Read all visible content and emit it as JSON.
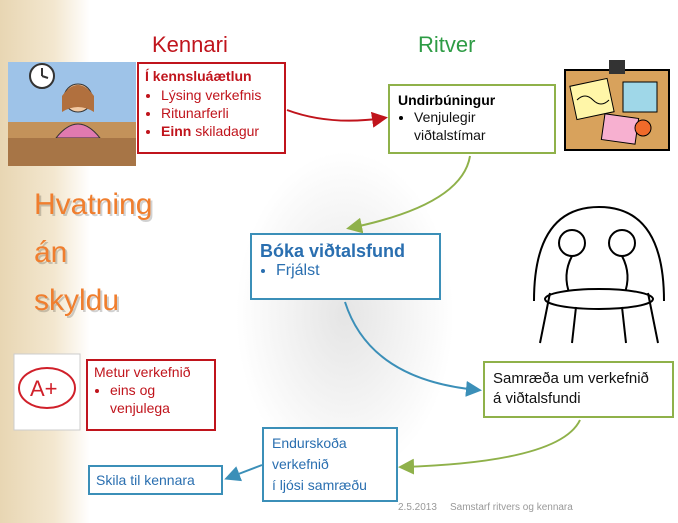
{
  "columns": {
    "teacher": "Kennari",
    "center": "Ritver"
  },
  "teaching_plan": {
    "title": "Í kennsluáætlun",
    "items": [
      "Lýsing verkefnis",
      "Ritunarferli"
    ],
    "last_item_bold": "Einn",
    "last_item_rest": " skiladagur"
  },
  "preparation": {
    "title": "Undirbúningur",
    "item": "Venjulegir viðtalstímar"
  },
  "booking": {
    "title": "Bóka viðtalsfund",
    "item": "Frjálst"
  },
  "discussion": {
    "line1": "Samræða um verkefnið",
    "line2": "á viðtalsfundi"
  },
  "revision": {
    "line1": "Endurskoða",
    "line2": "verkefnið",
    "line3": "í ljósi samræðu"
  },
  "submit": {
    "label": "Skila til kennara"
  },
  "assessment": {
    "title": "Metur verkefnið",
    "item": "eins og venjulega"
  },
  "motto": {
    "line1": "Hvatning",
    "line2": "án",
    "line3": "skyldu"
  },
  "footer": {
    "date": "2.5.2013",
    "title": "Samstarf ritvers og kennara"
  },
  "colors": {
    "teacher": "#c0141c",
    "center": "#2e9c45",
    "orange": "#f07e2e",
    "blue": "#2a6fb0"
  }
}
